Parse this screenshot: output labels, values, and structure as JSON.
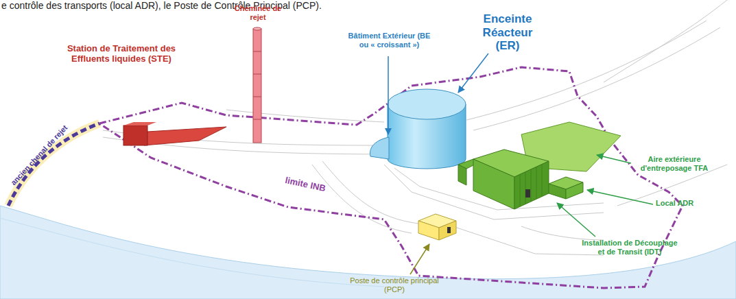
{
  "diagram": {
    "labels": [
      "e contrôle des transports (local ADR), le Poste de Contrôle Principal (PCP).",
      "Enceinte Réacteur (ER)",
      "Bâtiment Extérieur (BE ou « croissant »)",
      "Cheminée de rejet",
      "Station de Traitement des Effluents liquides (STE)",
      "ancien chenal de rejet",
      "limite INB",
      "Aire extérieure d'entreposage TFA",
      "Local ADR",
      "Installation de Découplage et de Transit (IDT)",
      "Poste de contrôle principal (PCP)"
    ]
  }
}
